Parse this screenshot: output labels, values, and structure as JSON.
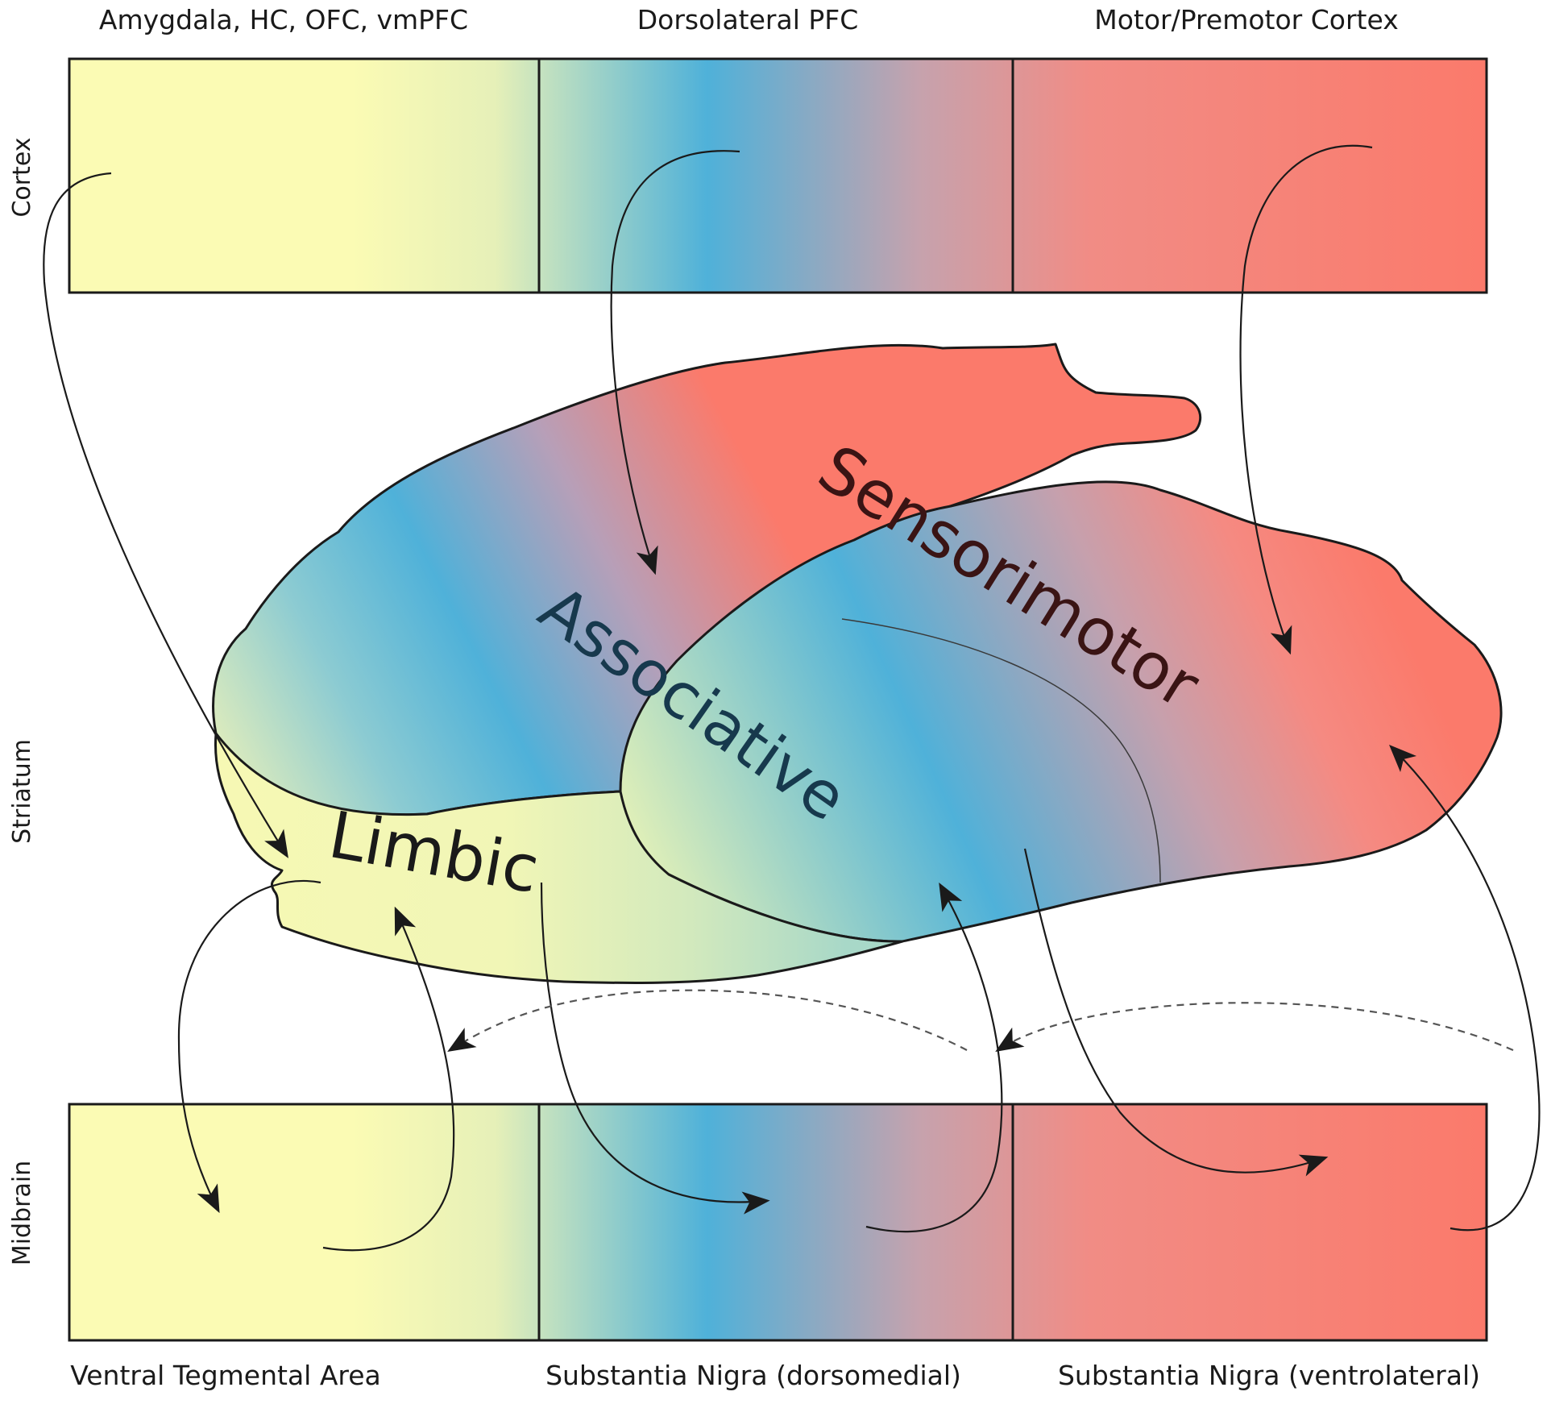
{
  "levels": {
    "cortex": "Cortex",
    "striatum": "Striatum",
    "midbrain": "Midbrain"
  },
  "cortex_regions": [
    "Amygdala, HC, OFC, vmPFC",
    "Dorsolateral PFC",
    "Motor/Premotor Cortex"
  ],
  "midbrain_regions": [
    "Ventral Tegmental Area",
    "Substantia Nigra (dorsomedial)",
    "Substantia Nigra (ventrolateral)"
  ],
  "striatum_zones": {
    "limbic": "Limbic",
    "associative": "Associative",
    "sensorimotor": "Sensorimotor"
  },
  "colors": {
    "limbic": "#fbfbb4",
    "associative": "#4fb1d9",
    "sensorimotor": "#fb7a6b",
    "outline": "#1a1a1a",
    "label_blue": "#17394d",
    "label_red": "#3a1414"
  }
}
